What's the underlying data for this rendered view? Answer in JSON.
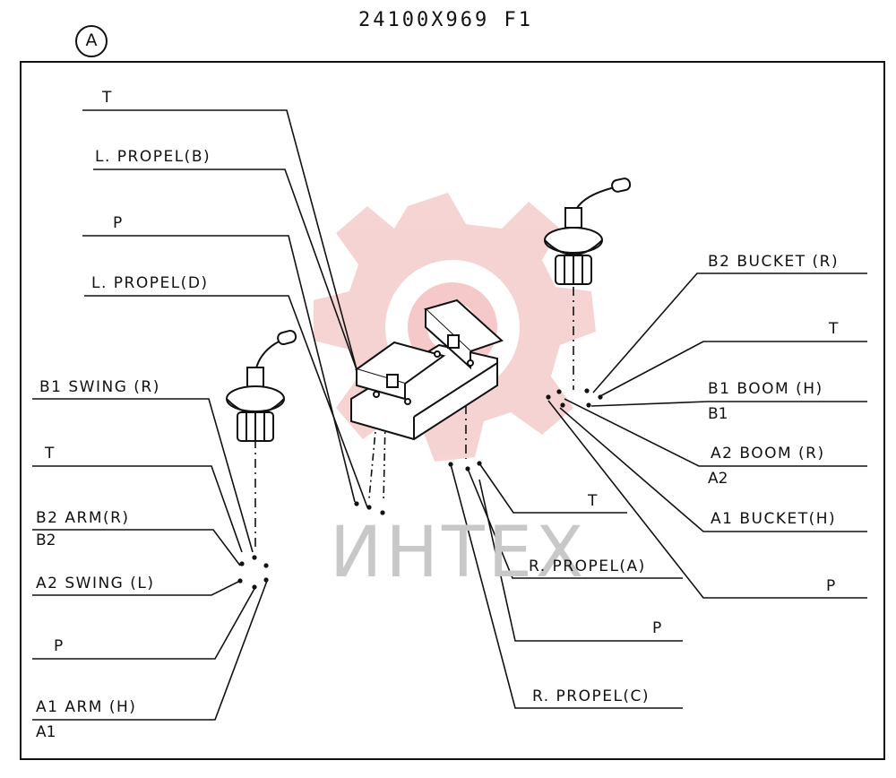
{
  "title": "24100X969 F1",
  "view_label": "A",
  "watermark": "ИНТЕХ",
  "left_labels": {
    "t1": "T",
    "l_propel_b": "L. PROPEL(B)",
    "p1": "P",
    "l_propel_d": "L. PROPEL(D)",
    "b1_swing_r": "B1 SWING  (R)",
    "t2": "T",
    "b2_arm_r": "B2 ARM(R)",
    "b2_sub": "B2",
    "a2_swing_l": "A2 SWING (L)",
    "p2": "P",
    "a1_arm_h": "A1 ARM (H)",
    "a1_sub": "A1"
  },
  "right_labels": {
    "b2_bucket_r": "B2 BUCKET (R)",
    "t3": "T",
    "b1_boom_h": "B1  BOOM  (H)",
    "b1_sub": "B1",
    "a2_boom_r": "A2 BOOM  (R)",
    "a2_sub": "A2",
    "a1_bucket_h": "A1 BUCKET(H)",
    "p3": "P"
  },
  "bottom_labels": {
    "t4": "T",
    "r_propel_a": "R. PROPEL(A)",
    "p4": "P",
    "r_propel_c": "R. PROPEL(C)"
  },
  "colors": {
    "ink": "#111111",
    "watermark_red": "#f4c4c4",
    "watermark_gray": "#c8c8c8"
  },
  "icons": [
    "left-joystick-icon",
    "right-joystick-icon",
    "travel-pedal-block-icon",
    "gear-watermark-icon"
  ]
}
